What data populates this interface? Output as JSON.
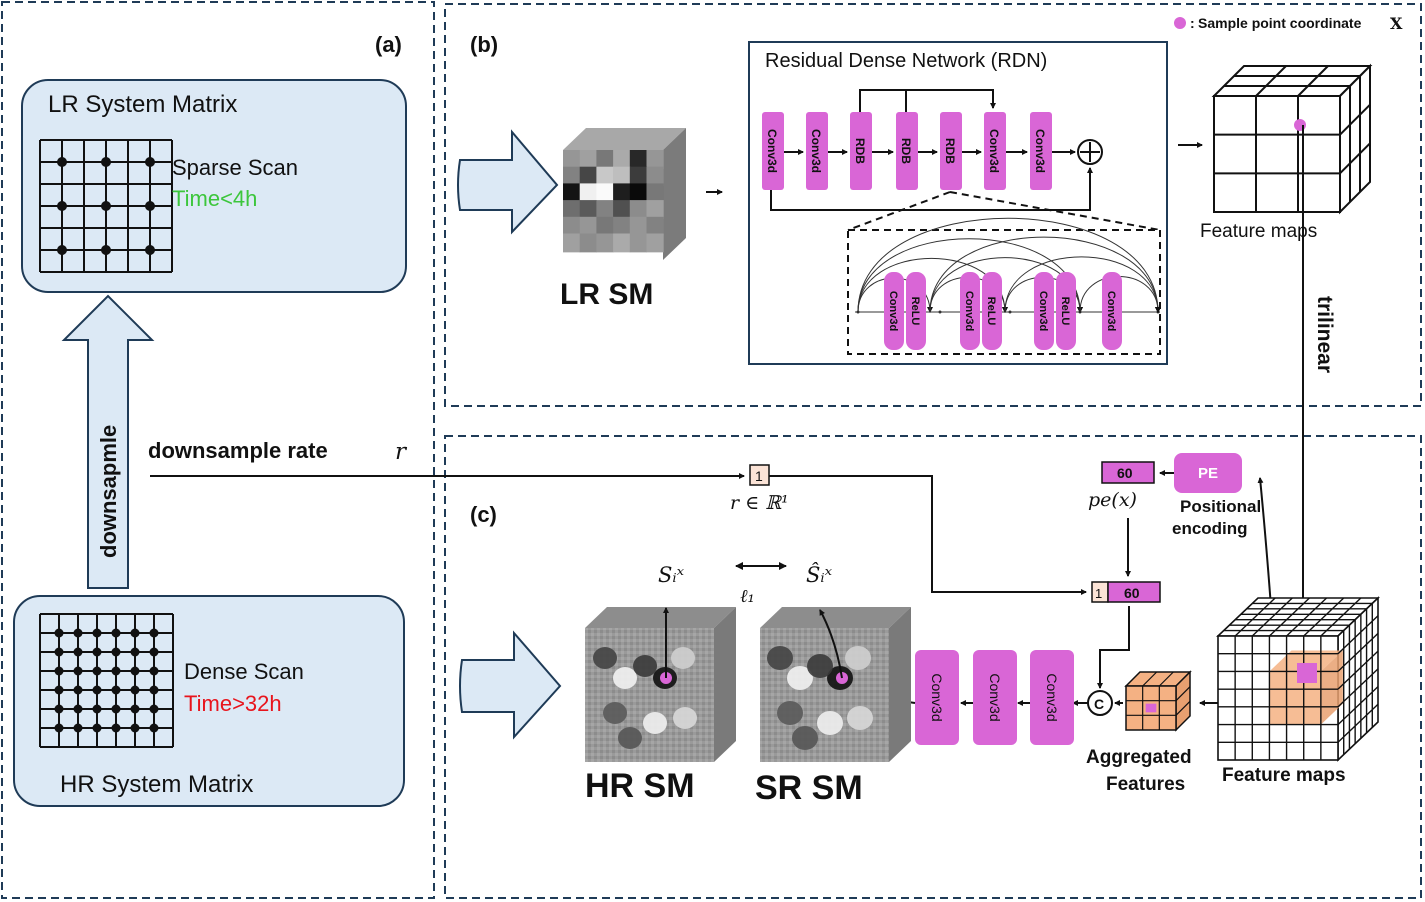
{
  "legend": {
    "text": "Sample point coordinate",
    "symbol": "X",
    "colon": ":"
  },
  "panel_a": {
    "label": "(a)",
    "lr_title": "LR System Matrix",
    "sparse_scan": "Sparse Scan",
    "sparse_time": "Time<4h",
    "hr_title": "HR System Matrix",
    "dense_scan": "Dense Scan",
    "dense_time": "Time>32h",
    "downsample_arrow": "downsapmle",
    "downsample_rate": "downsample rate",
    "rate_symbol": "r"
  },
  "panel_b": {
    "label": "(b)",
    "lr_sm": "LR SM",
    "rdn_title": "Residual Dense Network (RDN)",
    "blocks": [
      "Conv3d",
      "Conv3d",
      "RDB",
      "RDB",
      "RDB",
      "Conv3d",
      "Conv3d"
    ],
    "rdb_inner": [
      "Conv3d",
      "ReLU",
      "Conv3d",
      "ReLU",
      "Conv3d",
      "ReLU",
      "Conv3d"
    ],
    "feature_maps": "Feature maps",
    "trilinear": "trilinear"
  },
  "panel_c": {
    "label": "(c)",
    "rate_box": "1",
    "rate_space": "r ∈ ℝ¹",
    "pe_out": "60",
    "pe_label": "pe(x)",
    "pe_box": "PE",
    "pe_caption_1": "Positional",
    "pe_caption_2": "encoding",
    "concat_small": "1",
    "concat_big": "60",
    "concat_op": "C",
    "convs": [
      "Conv3d",
      "Conv3d",
      "Conv3d"
    ],
    "aggregated_1": "Aggregated",
    "aggregated_2": "Features",
    "feature_maps": "Feature maps",
    "hr_sm": "HR SM",
    "sr_sm": "SR SM",
    "s_true": "Sᵢˣ",
    "s_pred": "Ŝᵢˣ",
    "loss": "ℓ₁"
  },
  "colors": {
    "magenta": "#d966d6",
    "panel_fill": "#dce9f5",
    "arrow_fill": "#dce9f5",
    "green": "#3cc63c",
    "red": "#e8141c",
    "orange": "#f4b183",
    "rate_fill": "#fbe3d6"
  }
}
